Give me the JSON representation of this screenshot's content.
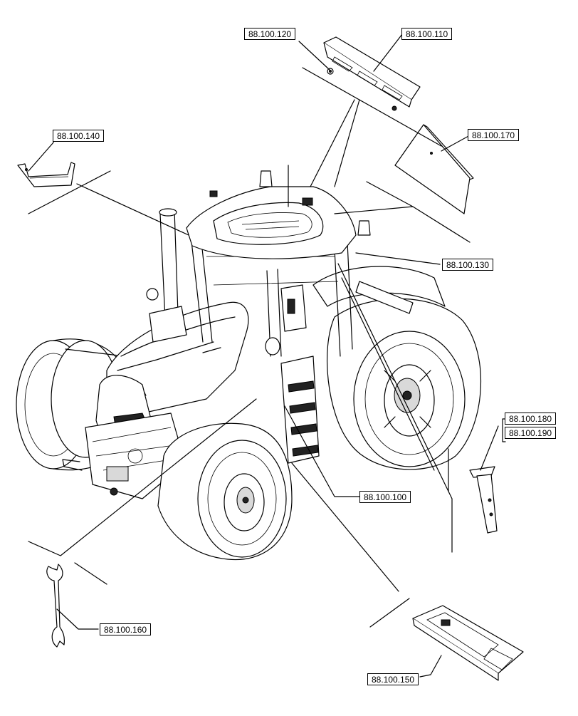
{
  "diagram": {
    "callouts": [
      {
        "id": "c120",
        "label": "88.100.120"
      },
      {
        "id": "c110",
        "label": "88.100.110"
      },
      {
        "id": "c140",
        "label": "88.100.140"
      },
      {
        "id": "c170",
        "label": "88.100.170"
      },
      {
        "id": "c130",
        "label": "88.100.130"
      },
      {
        "id": "c180",
        "label": "88.100.180"
      },
      {
        "id": "c190",
        "label": "88.100.190"
      },
      {
        "id": "c100",
        "label": "88.100.100"
      },
      {
        "id": "c160",
        "label": "88.100.160"
      },
      {
        "id": "c150",
        "label": "88.100.150"
      }
    ]
  }
}
